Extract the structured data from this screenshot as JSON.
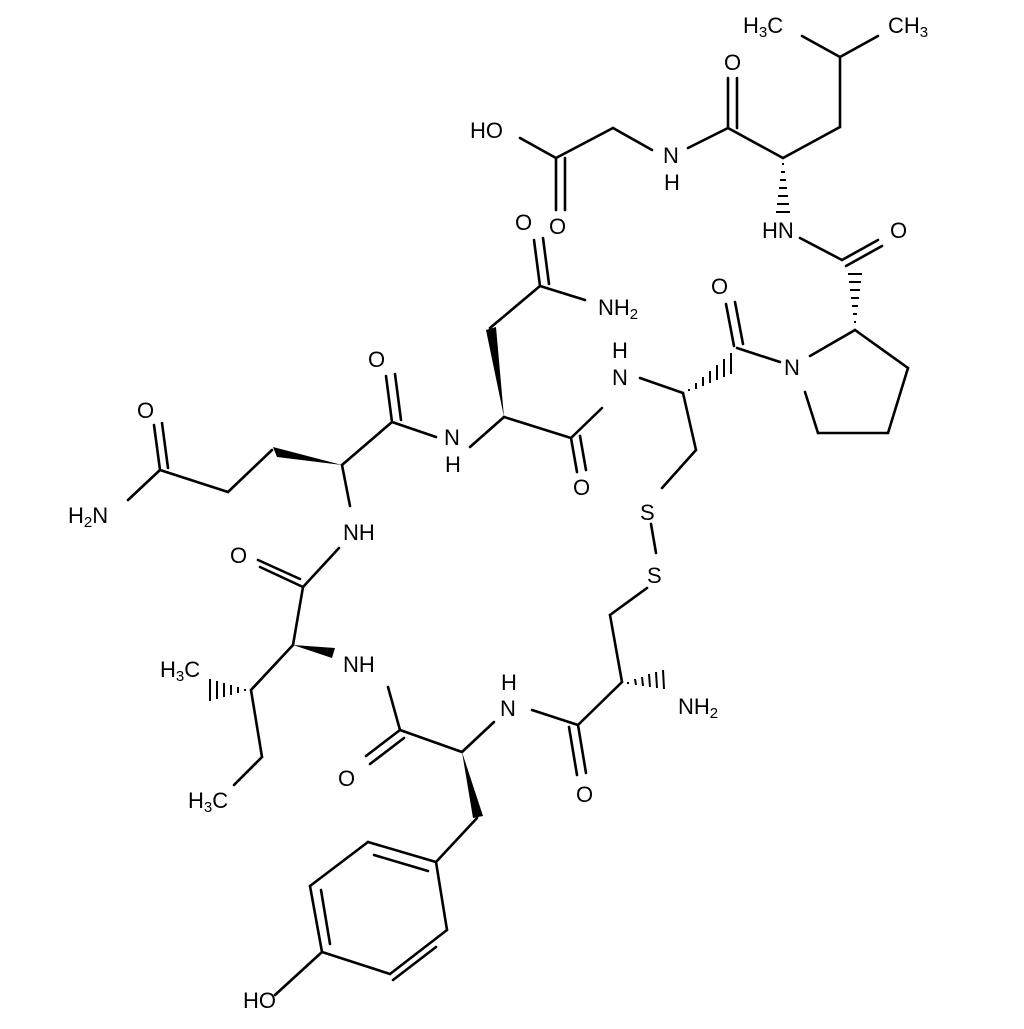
{
  "diagram": {
    "type": "chemical-structure",
    "description": "Cyclic nonapeptide (oxytocin-type) with disulfide bridge, free C-terminal glycine acid",
    "residues": [
      "Cys",
      "Tyr",
      "Ile",
      "Gln",
      "Asn",
      "Cys",
      "Pro",
      "Leu",
      "Gly"
    ],
    "labels": {
      "gly_OH": "HO",
      "gly_O": "O",
      "gly_NH_N": "N",
      "gly_NH_H": "H",
      "leu_O": "O",
      "leu_CH3_left": "H3C",
      "leu_CH3_right": "CH3",
      "leu_HN": "HN",
      "pro_CO_O": "O",
      "asn_side_O": "O",
      "asn_NH2": "NH2",
      "cys6_CO_O": "O",
      "pro_N": "N",
      "cys6_NH_H": "H",
      "cys6_NH_N": "N",
      "gln_CO_O": "O",
      "asn_NH_N": "N",
      "asn_NH_H": "H",
      "asn_CO_O": "O",
      "gln_side_O": "O",
      "gln_NH2": "H2N",
      "gln_NH": "NH",
      "S_top": "S",
      "S_bottom": "S",
      "ile_CO_O": "O",
      "ile_NH": "NH",
      "ile_CH3_beta": "H3C",
      "ile_CH3_gamma": "H3C",
      "tyr_NH_H": "H",
      "tyr_NH_N": "N",
      "cys1_NH2": "NH2",
      "tyr_CO_O": "O",
      "cys1_CO_O": "O",
      "tyr_OH": "HO"
    }
  }
}
